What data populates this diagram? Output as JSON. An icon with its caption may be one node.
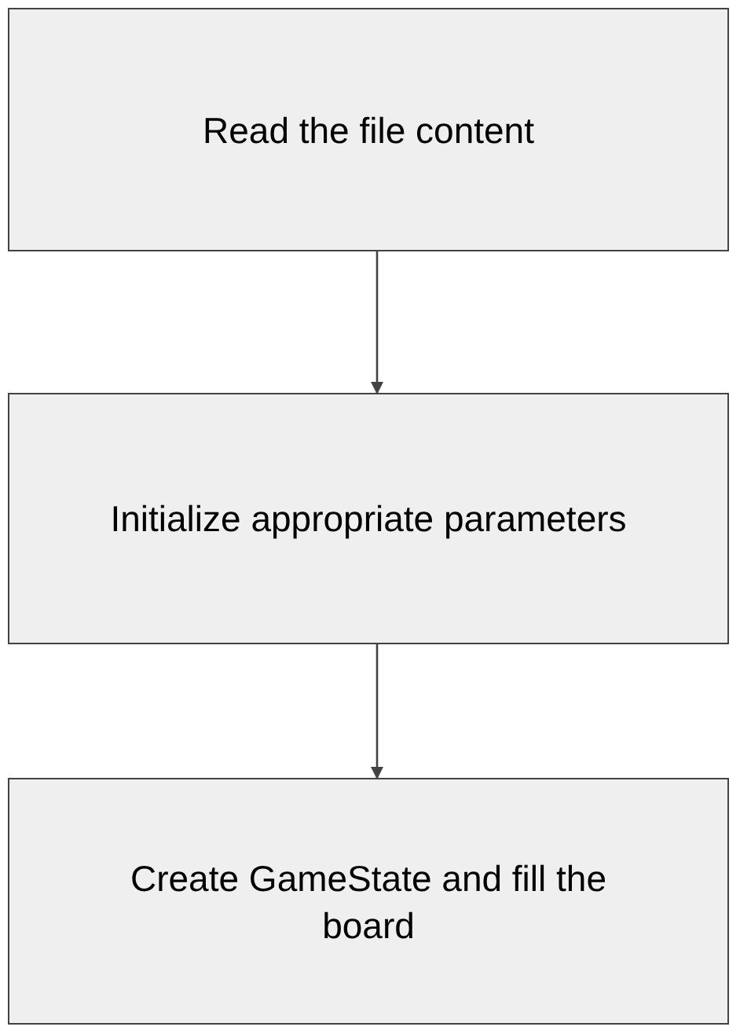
{
  "diagram": {
    "nodes": [
      {
        "text": [
          "Read the file content"
        ]
      },
      {
        "text": [
          "Initialize appropriate parameters"
        ]
      },
      {
        "text": [
          "Create GameState and fill the board"
        ]
      }
    ],
    "edges": [
      {
        "from": 0,
        "to": 1,
        "arrow": "to"
      },
      {
        "from": 1,
        "to": 2,
        "arrow": "to"
      }
    ]
  }
}
